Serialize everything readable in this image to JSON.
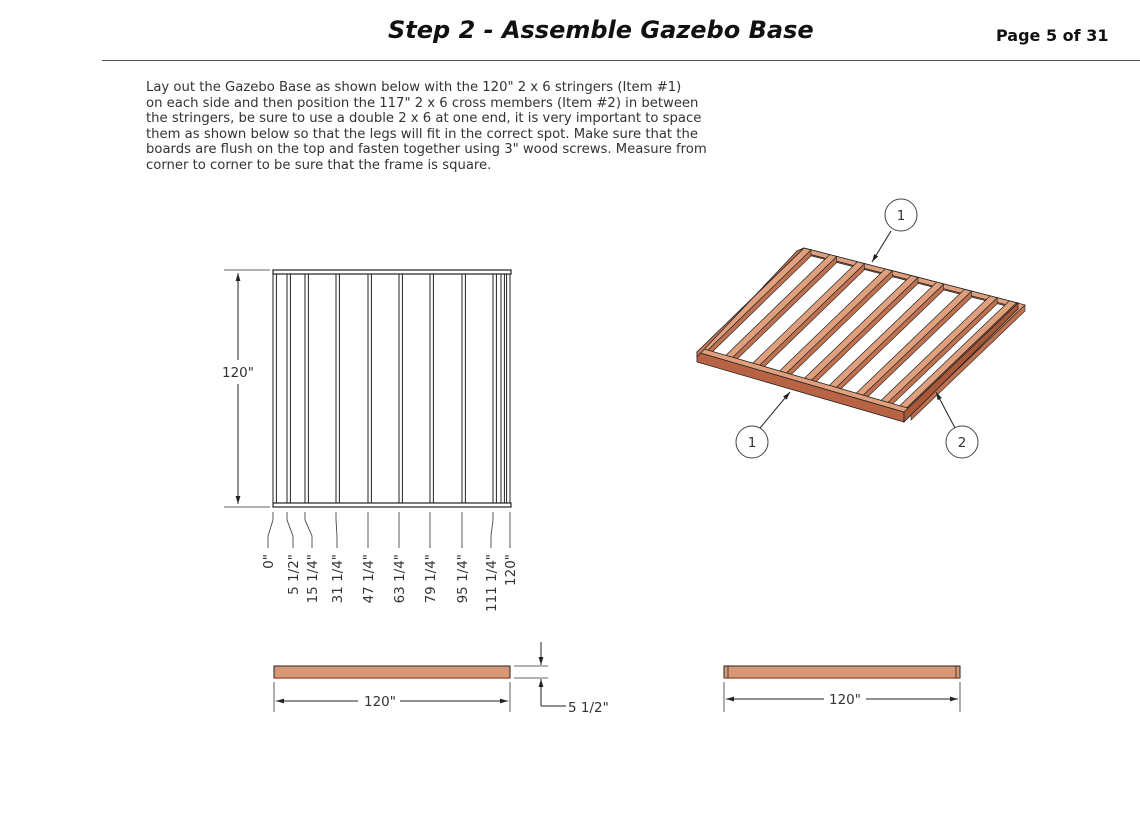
{
  "header": {
    "title": "Step 2 - Assemble Gazebo Base",
    "page_label": "Page 5 of 31"
  },
  "instructions": {
    "lines": [
      "Lay out the Gazebo Base as shown below with the 120\" 2 x 6 stringers (Item #1)",
      "on each side and then position the 117\" 2 x 6 cross members (Item #2) in between",
      "the stringers, be sure to use a double 2 x 6 at one end, it is very important to space",
      "them as shown below so that the legs will fit in the correct spot.  Make sure that the",
      "boards are flush on the top and fasten together using 3\" wood screws.  Measure from",
      "corner to corner to be sure that the frame is square."
    ]
  },
  "plan_view": {
    "height_dimension": "120\"",
    "positions": [
      "0\"",
      "5 1/2\"",
      "15 1/4\"",
      "31 1/4\"",
      "47 1/4\"",
      "63 1/4\"",
      "79 1/4\"",
      "95 1/4\"",
      "111 1/4\"",
      "120\""
    ]
  },
  "isometric_view": {
    "callouts": [
      "1",
      "1",
      "2"
    ],
    "wood_color": "#c0714f"
  },
  "stringer_view": {
    "length_dimension": "120\"",
    "thickness_dimension": "5 1/2\""
  },
  "cross_member_view": {
    "length_dimension": "120\""
  }
}
